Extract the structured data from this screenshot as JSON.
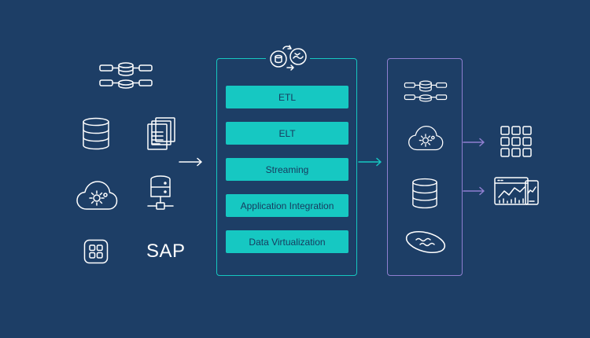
{
  "sources": {
    "sap_label": "SAP",
    "icons": [
      "database-cluster-icon",
      "database-icon",
      "documents-icon",
      "cloud-gear-icon",
      "server-icon",
      "app-grid-icon"
    ]
  },
  "processing": {
    "header_icons": [
      "database-icon",
      "transform-icon"
    ],
    "steps": [
      "ETL",
      "ELT",
      "Streaming",
      "Application Integration",
      "Data Virtualization"
    ]
  },
  "targets": {
    "icons": [
      "database-cluster-icon",
      "cloud-gear-icon",
      "database-icon",
      "data-lake-icon"
    ]
  },
  "outputs": {
    "icons": [
      "grid-icon",
      "dashboard-icon"
    ]
  },
  "colors": {
    "background": "#1d3e66",
    "accent_teal": "#16c8c2",
    "accent_purple": "#8f7fd0",
    "icon_stroke": "#ffffff",
    "step_text": "#173a5e"
  }
}
